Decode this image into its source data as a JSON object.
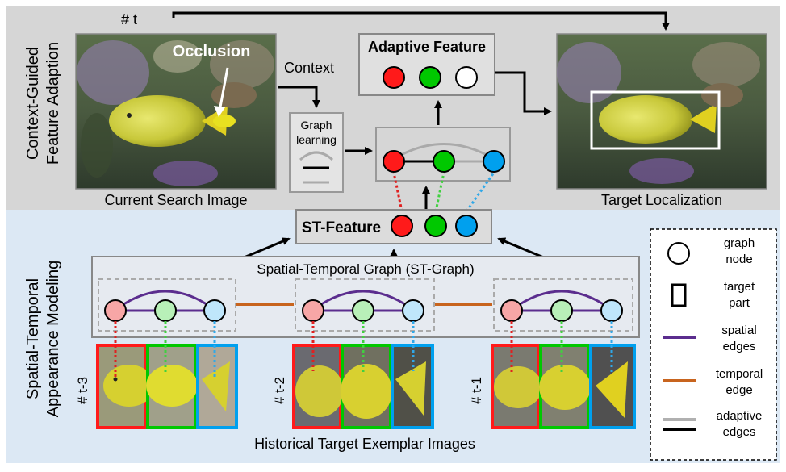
{
  "top_section": {
    "vertical_label_line1": "Context-Guided",
    "vertical_label_line2": "Feature Adaption",
    "frame_label": "# t",
    "occlusion_label": "Occlusion",
    "search_image_caption": "Current Search Image",
    "context_label": "Context",
    "graph_learning_line1": "Graph",
    "graph_learning_line2": "learning",
    "adaptive_feature_title": "Adaptive Feature",
    "target_caption": "Target Localization"
  },
  "bottom_section": {
    "vertical_label_line1": "Spatial-Temporal",
    "vertical_label_line2": "Appearance Modeling",
    "st_feature_label": "ST-Feature",
    "st_graph_title": "Spatial-Temporal Graph (ST-Graph)",
    "exemplar_frames": [
      "# t-3",
      "# t-2",
      "# t-1"
    ],
    "exemplar_caption": "Historical Target Exemplar Images"
  },
  "legend": [
    {
      "symbol": "circle",
      "line1": "graph",
      "line2": "node"
    },
    {
      "symbol": "rect",
      "line1": "target",
      "line2": "part"
    },
    {
      "symbol": "purple-line",
      "line1": "spatial",
      "line2": "edges"
    },
    {
      "symbol": "orange-line",
      "line1": "temporal",
      "line2": "edge"
    },
    {
      "symbol": "gray-black-lines",
      "line1": "adaptive",
      "line2": "edges"
    }
  ],
  "colors": {
    "top_bg": "#d6d6d6",
    "bottom_bg": "#dce8f4",
    "node_red": "#ff1a1a",
    "node_green": "#00c800",
    "node_blue": "#00a0ee",
    "node_red_light": "#f7a6a6",
    "node_green_light": "#b8f0b8",
    "node_blue_light": "#bfe6fb",
    "spatial_edge": "#5b2d8e",
    "temporal_edge": "#c8641e",
    "adaptive_gray": "#b0b0b0",
    "dotted_red": "#e02020",
    "dotted_green": "#40d040",
    "dotted_blue": "#30a8e8"
  }
}
